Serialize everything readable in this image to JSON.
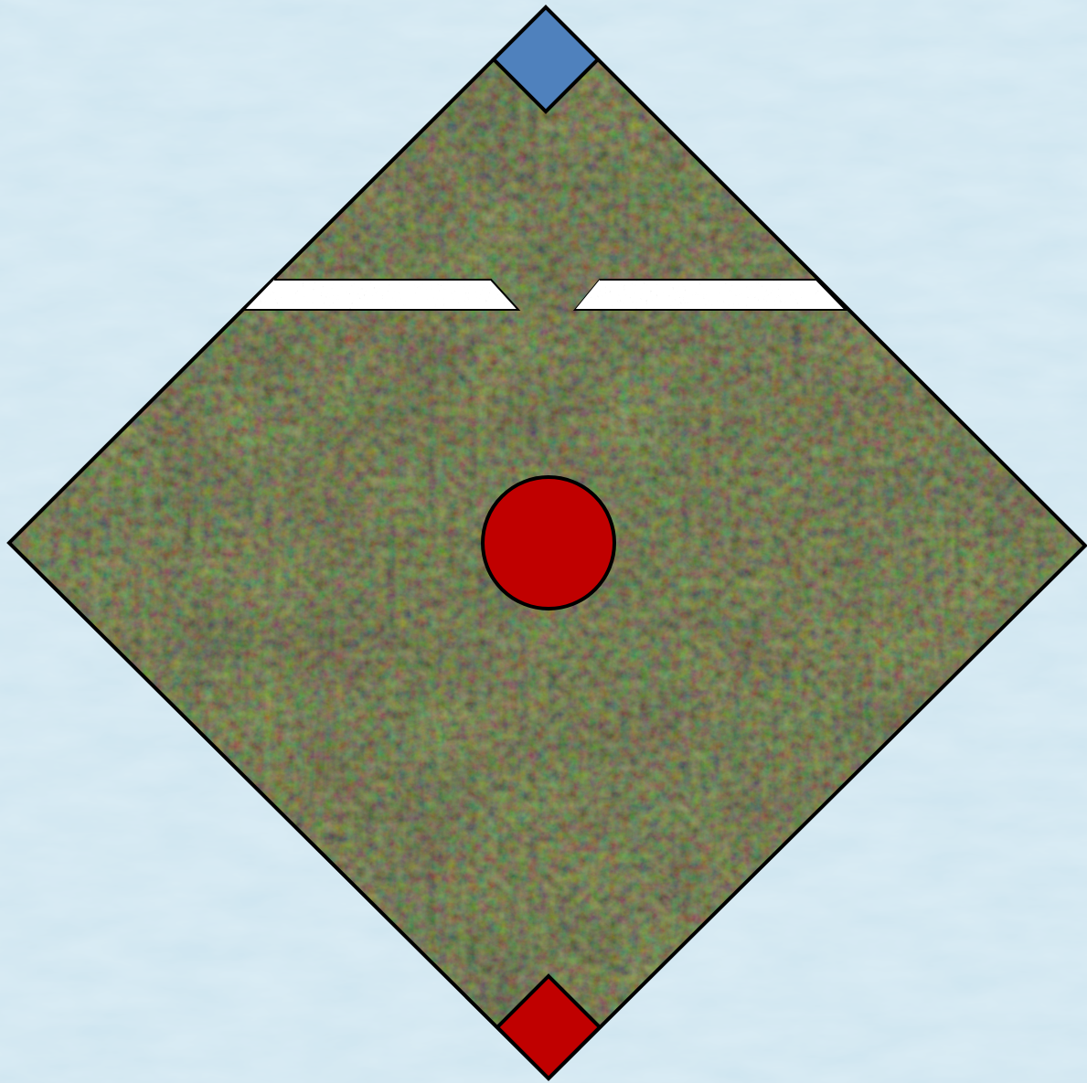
{
  "scene": {
    "background": {
      "icon": "paper-texture",
      "color": "#cfe6f1"
    },
    "board": {
      "shape": "diamond",
      "icon": "grass-texture",
      "color": "#4a3a2c",
      "outline_color": "#000000"
    },
    "walls": [
      {
        "name": "left",
        "icon": "gravel-texture",
        "color": "#d8d8d8"
      },
      {
        "name": "right",
        "icon": "gravel-texture",
        "color": "#d8d8d8"
      }
    ],
    "center_token": {
      "shape": "circle",
      "color": "#c00000"
    },
    "deployment_markers": [
      {
        "position": "top",
        "shape": "diamond",
        "color": "#4f81bd"
      },
      {
        "position": "bottom",
        "shape": "diamond",
        "color": "#c00000"
      }
    ]
  }
}
